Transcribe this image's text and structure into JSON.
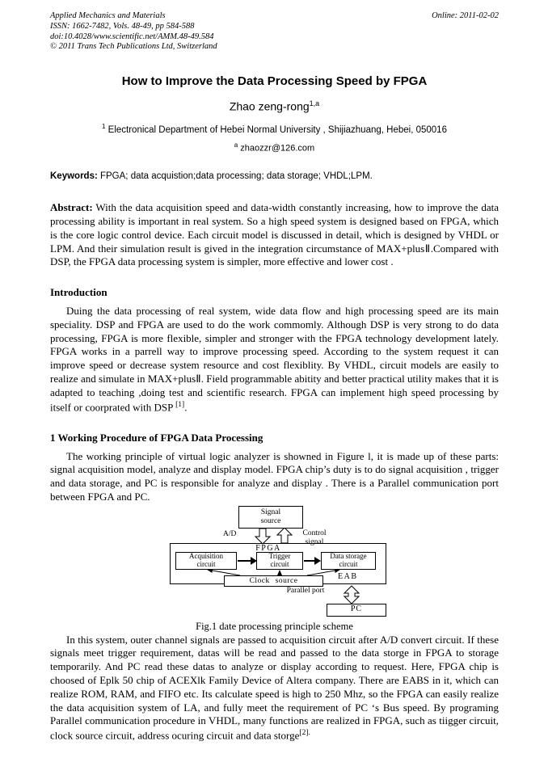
{
  "colors": {
    "text": "#000000",
    "background": "#ffffff"
  },
  "header": {
    "journal": "Applied Mechanics and Materials",
    "issn_line": "ISSN: 1662-7482, Vols. 48-49, pp 584-588",
    "doi_line": "doi:10.4028/www.scientific.net/AMM.48-49.584",
    "copyright_line": "© 2011 Trans Tech Publications Ltd, Switzerland",
    "online_date": "Online: 2011-02-02"
  },
  "title": "How to Improve the Data Processing Speed by FPGA",
  "author": {
    "name": "Zhao zeng-rong",
    "sup": "1,a"
  },
  "affiliation": {
    "sup": "1",
    "text": " Electronical Department of Hebei Normal University , Shijiazhuang, Hebei, 050016"
  },
  "email": {
    "sup": "a",
    "text": " zhaozzr@126.com"
  },
  "keywords": {
    "label": "Keywords:",
    "text": " FPGA; data acquistion;data processing; data storage; VHDL;LPM."
  },
  "abstract": {
    "label": "Abstract:",
    "text": " With the data acquisition speed and data-width constantly increasing, how to improve the data processing ability is important in real system. So a high speed system is designed based on FPGA, which is the core logic control device. Each circuit model is discussed in detail, which is designed by VHDL or LPM. And their simulation result is gived in the integration circumstance of MAX+plusⅡ.Compared with DSP, the FPGA data processing system is simpler, more effective and lower cost ."
  },
  "sections": {
    "introduction": {
      "heading": "Introduction",
      "p1_main": "Duing the data processing of real system, wide data flow and high processing speed are its main speciality. DSP and FPGA are used to do the work commomly. Although DSP is very strong to do data processing, FPGA is more flexible, simpler and stronger with the FPGA technology development lately. FPGA works in a parrell way to improve processing speed. According to the system request it can improve speed or decrease system resource and cost flexiblity. By VHDL, circuit models are easily to realize and simulate in MAX+plusⅡ.  Field programmable abitity and better practical utility makes that it is adapted to teaching ,doing test and scientific research. FPGA can implement high speed processing by itself or coorprated with DSP ",
      "p1_ref": "[1]",
      "p1_end": "."
    },
    "working": {
      "heading": "1 Working Procedure of FPGA Data Processing",
      "p1": "The working principle of virtual logic analyzer is showned in Figure l, it is made up of these parts: signal acquisition model,  analyze and display model. FPGA chip’s duty is to do signal acquisition , trigger and data storage, and PC is responsible for analyze and display . There is a Parallel communication port between FPGA and PC.",
      "p2_main": "In this system, outer channel signals are passed to acquisition circuit after A/D convert circuit. If these signals meet trigger requirement, datas will be read and passed to the data storge in FPGA to storage temporarily. And PC read these datas to analyze or display according to request. Here, FPGA chip is choosed of Eplk 50 chip of ACEXlk Family Device of Altera company. There are EABS in it, which can realize ROM, RAM, and FIFO etc. Its calculate speed is high to 250 Mhz, so the FPGA can easily realize the data  acquisition system of LA, and fully meet the requirement of PC ‘s Bus speed. By programing Parallel communication procedure in VHDL, many functions are realized in FPGA, such as tiigger circuit, clock source circuit, address ocuring circuit and data storge",
      "p2_ref": "[2].",
      "p2_end": ""
    }
  },
  "figure": {
    "caption": "Fig.1 date processing  principle scheme",
    "labels": {
      "signal_source": "Signal source",
      "ad": "A/D",
      "control_signal": "Control signal",
      "fpga": "FPGA",
      "acquisition": "Acquisition circuit",
      "trigger": "Trigger circuit",
      "storage": "Data storage circuit",
      "clock": "Clock source",
      "eab": "EAB",
      "parallel_port": "Parallel port",
      "pc": "PC"
    }
  }
}
